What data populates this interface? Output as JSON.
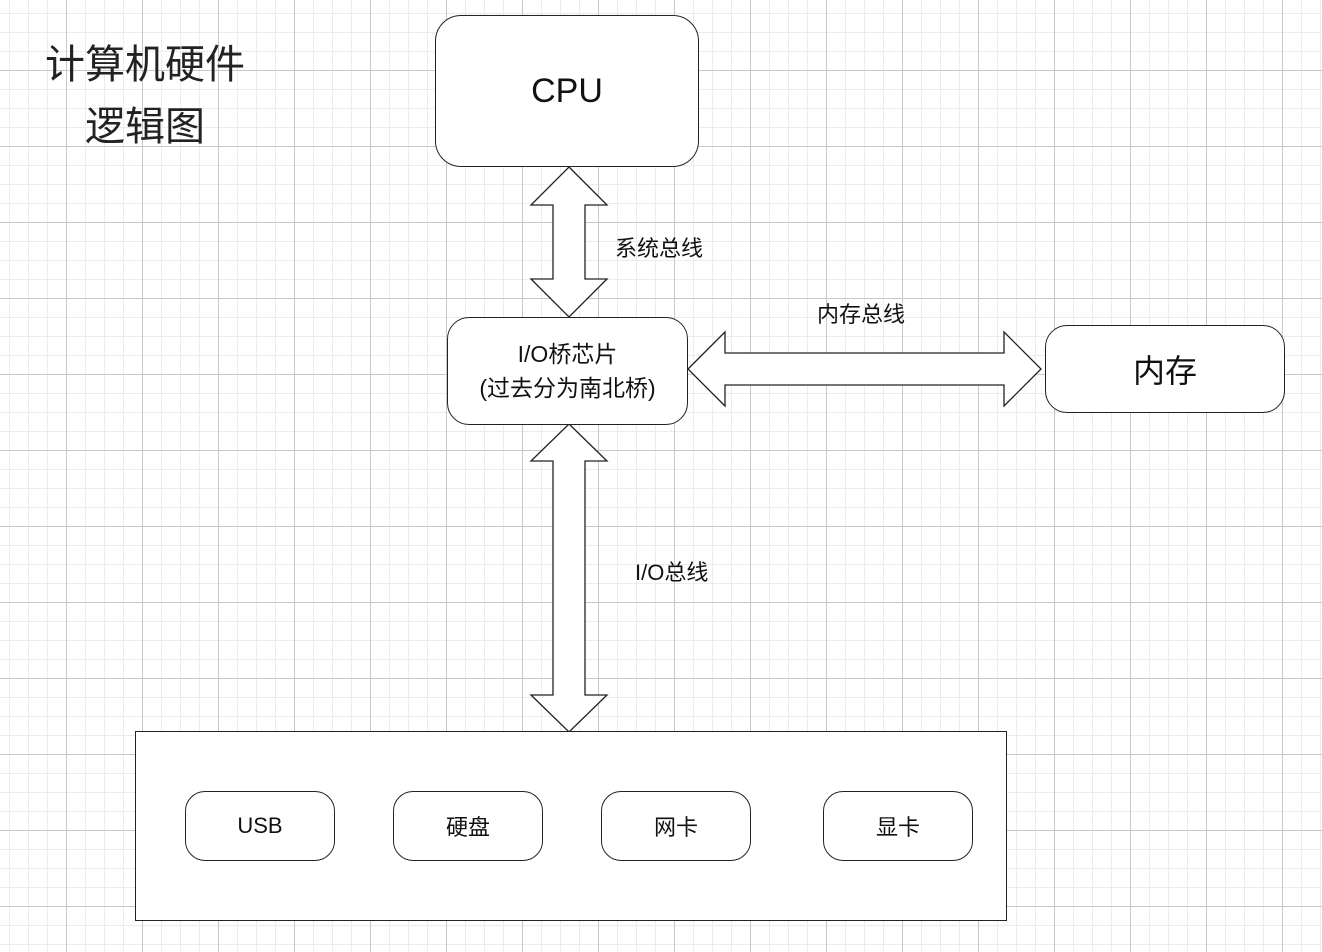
{
  "title": {
    "line1": "计算机硬件",
    "line2": "逻辑图"
  },
  "nodes": {
    "cpu": "CPU",
    "bridge_line1": "I/O桥芯片",
    "bridge_line2": "(过去分为南北桥)",
    "memory": "内存"
  },
  "buses": {
    "system": "系统总线",
    "memory": "内存总线",
    "io": "I/O总线"
  },
  "devices": [
    "USB",
    "硬盘",
    "网卡",
    "显卡"
  ],
  "colors": {
    "stroke": "#222222",
    "background": "#ffffff",
    "grid_major": "#c8c8c8",
    "grid_minor": "#ececec"
  }
}
